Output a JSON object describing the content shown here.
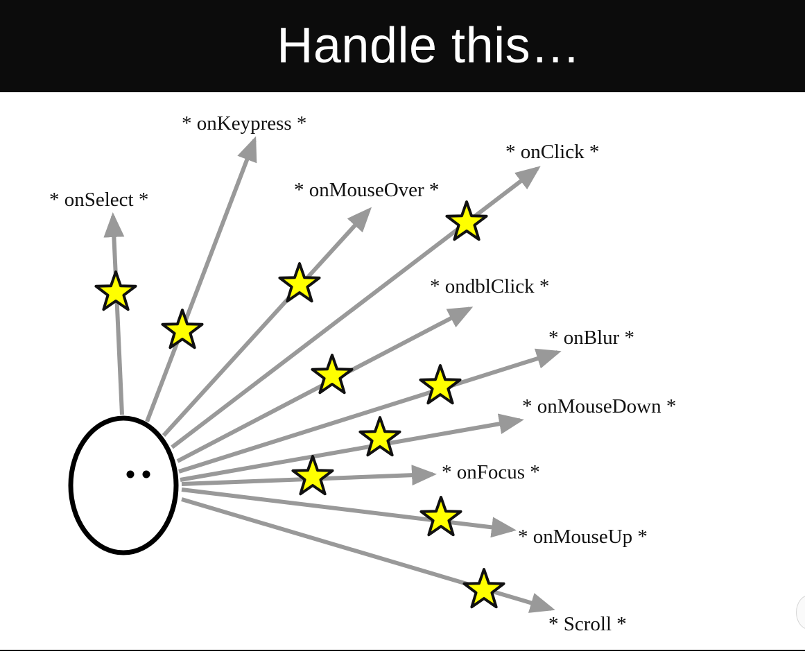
{
  "title": "Handle this…",
  "events": [
    {
      "id": "onselect",
      "label": "* onSelect *"
    },
    {
      "id": "onkeypress",
      "label": "* onKeypress *"
    },
    {
      "id": "onmouseover",
      "label": "* onMouseOver *"
    },
    {
      "id": "onclick",
      "label": "* onClick *"
    },
    {
      "id": "ondblclick",
      "label": "* ondblClick *"
    },
    {
      "id": "onblur",
      "label": "* onBlur *"
    },
    {
      "id": "onmousedown",
      "label": "* onMouseDown *"
    },
    {
      "id": "onfocus",
      "label": "* onFocus *"
    },
    {
      "id": "onmouseup",
      "label": "* onMouseUp *"
    },
    {
      "id": "scroll",
      "label": "* Scroll *"
    }
  ],
  "colors": {
    "title_bar": "#0c0c0c",
    "title_text": "#ffffff",
    "arrow": "#999999",
    "star_fill": "#ffff00",
    "star_stroke": "#111111",
    "face_outline": "#000000",
    "face_fill": "#ffffff"
  }
}
